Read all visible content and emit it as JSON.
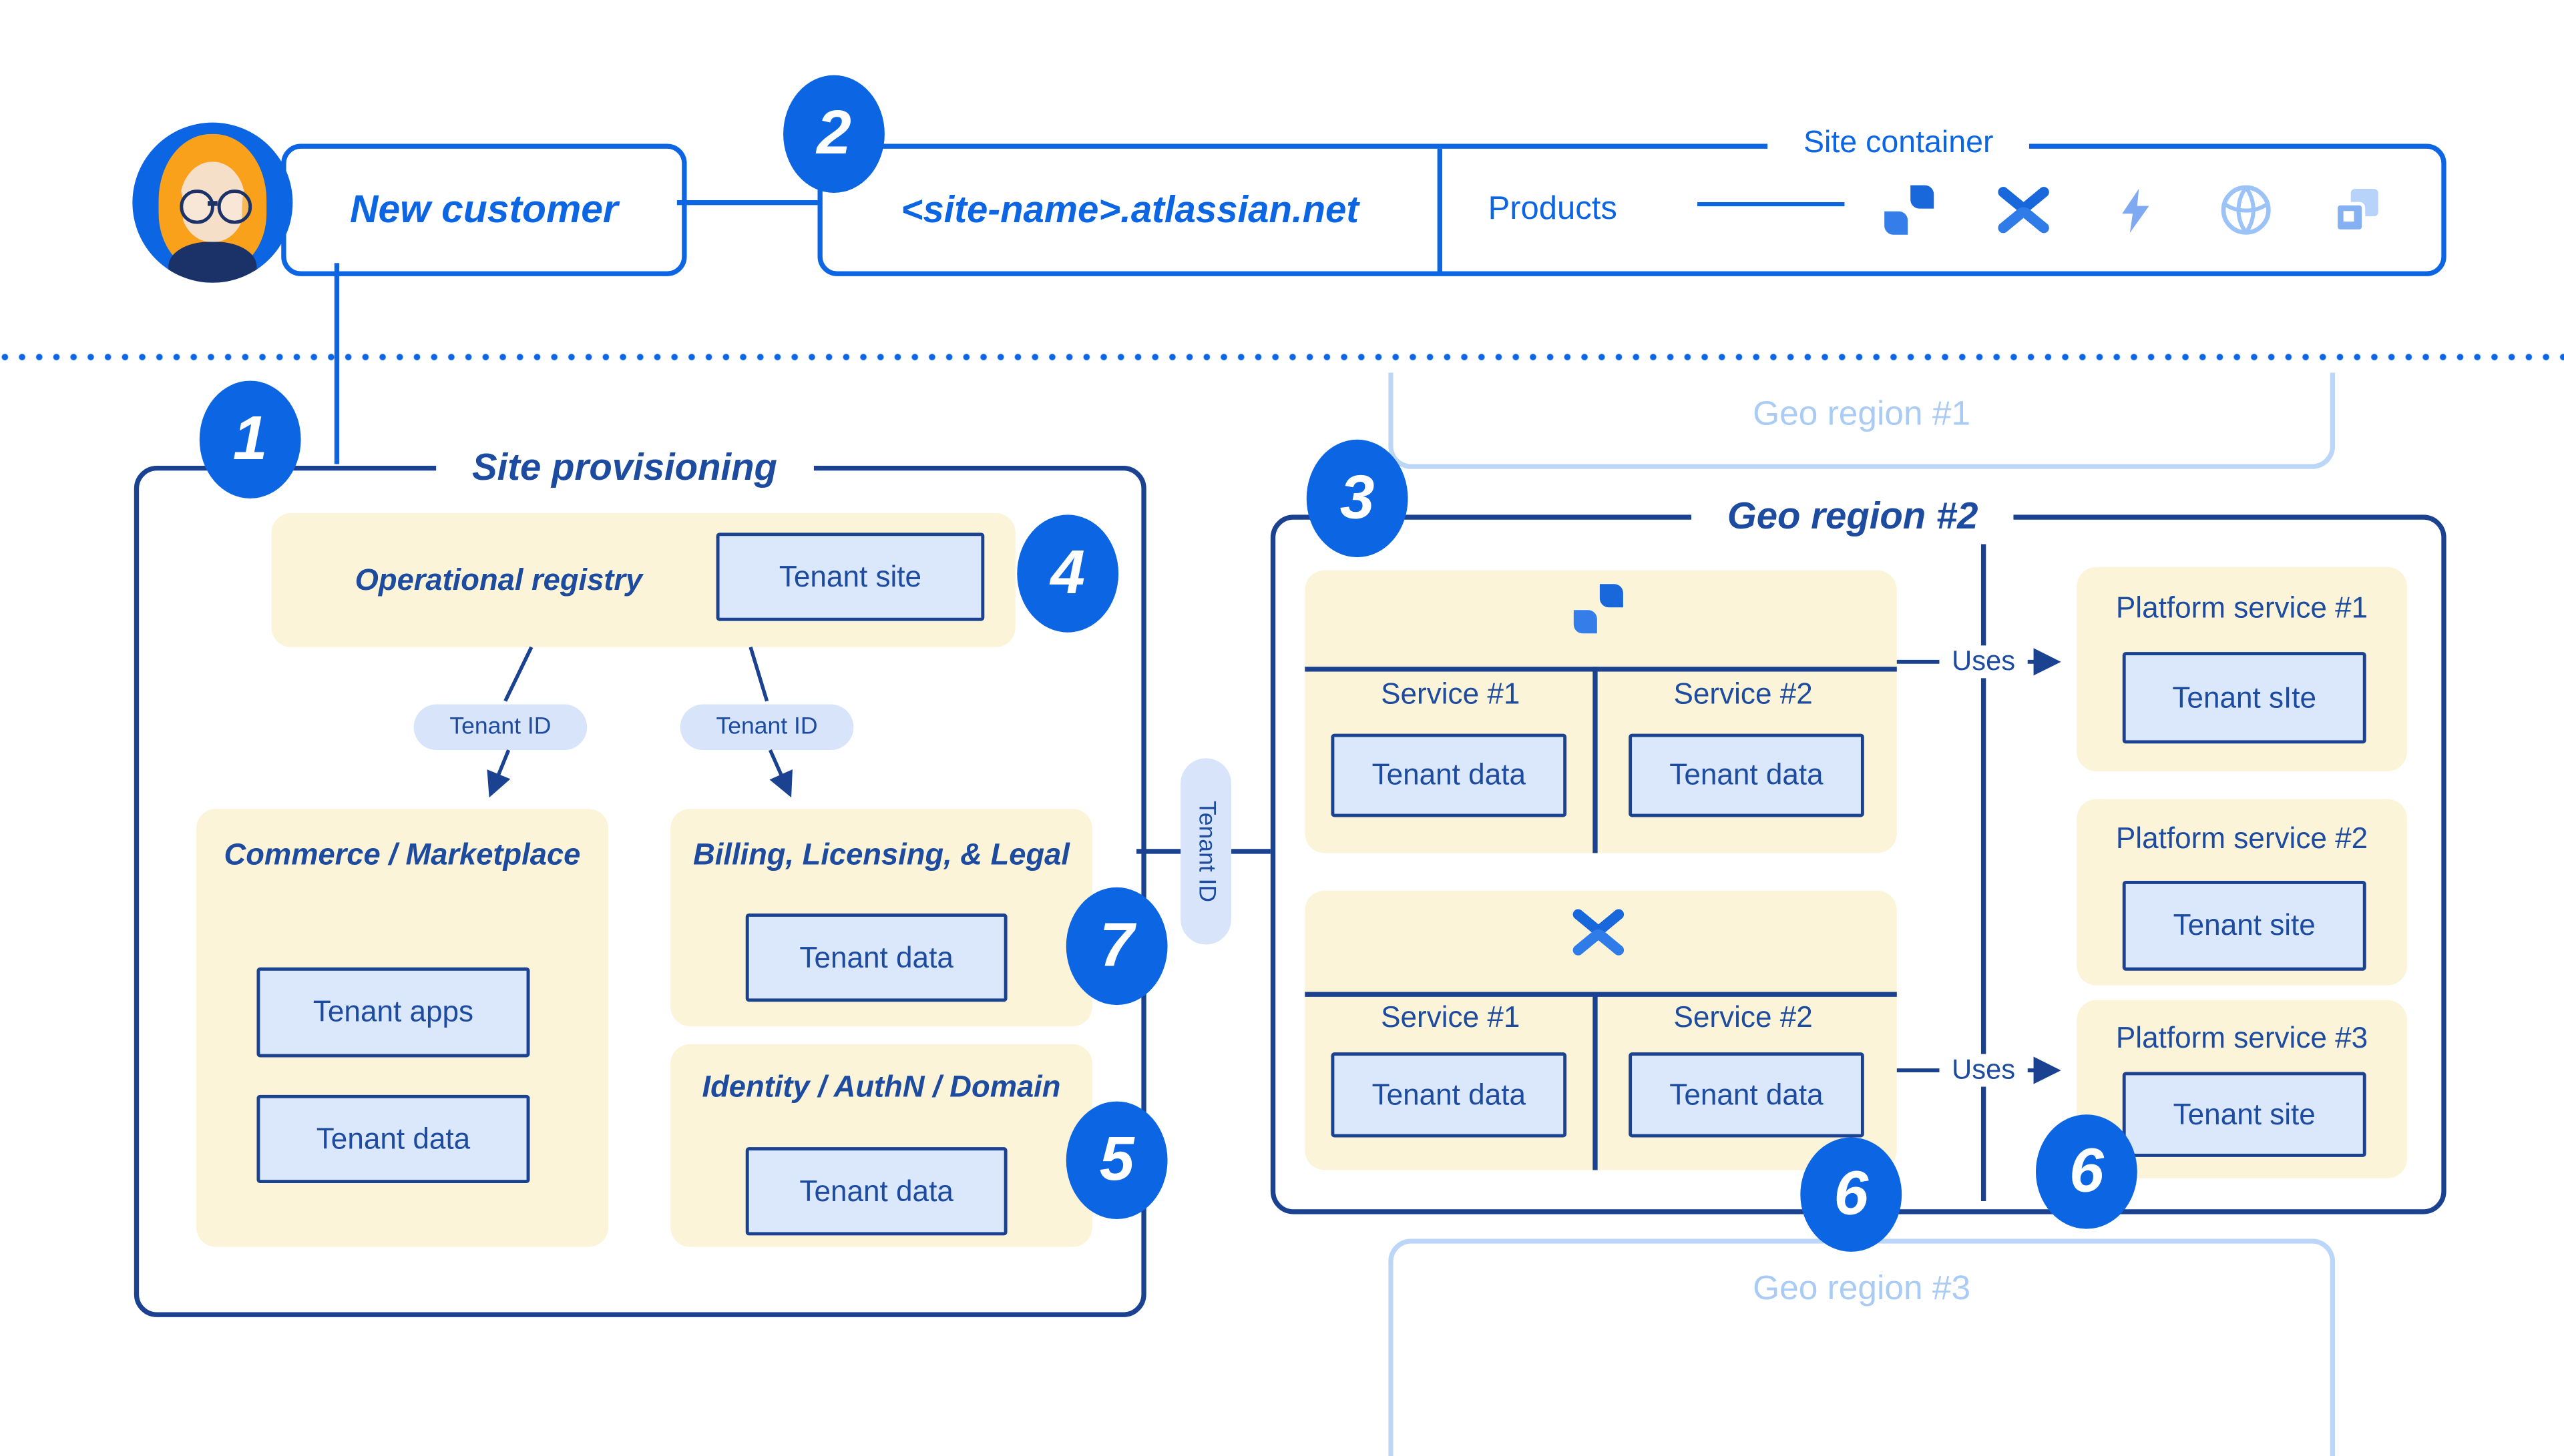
{
  "top_row": {
    "badge_2": "2",
    "new_customer_label": "New customer",
    "site_name_label": "<site-name>.atlassian.net",
    "site_container_label": "Site container",
    "products_label": "Products",
    "product_icons": [
      "jira",
      "confluence",
      "lightning-bolt",
      "globe",
      "squares"
    ]
  },
  "site_provisioning": {
    "badge_1": "1",
    "title": "Site provisioning",
    "badge_4": "4",
    "operational_registry": {
      "title": "Operational registry",
      "tenant_site": "Tenant site"
    },
    "tenant_id_pill_left": "Tenant ID",
    "tenant_id_pill_right": "Tenant ID",
    "commerce": {
      "title": "Commerce / Marketplace",
      "tenant_apps": "Tenant apps",
      "tenant_data": "Tenant data"
    },
    "billing": {
      "title": "Billing, Licensing, & Legal",
      "tenant_data": "Tenant data",
      "badge_7": "7"
    },
    "identity": {
      "title": "Identity / AuthN / Domain",
      "tenant_data": "Tenant data",
      "badge_5": "5"
    }
  },
  "middle_connector": {
    "tenant_id_label": "Tenant ID"
  },
  "geo_region_1": {
    "title": "Geo region #1"
  },
  "geo_region_2": {
    "badge_3": "3",
    "title": "Geo region #2",
    "jira_panel": {
      "icon": "jira",
      "service_1": "Service #1",
      "tenant_data_1": "Tenant data",
      "service_2": "Service #2",
      "tenant_data_2": "Tenant data"
    },
    "confluence_panel": {
      "icon": "confluence",
      "service_1": "Service #1",
      "tenant_data_1": "Tenant data",
      "service_2": "Service #2",
      "tenant_data_2": "Tenant data",
      "badge_6": "6"
    },
    "uses_top": "Uses",
    "uses_bottom": "Uses",
    "platform_service_1": {
      "title": "Platform service #1",
      "tenant_site": "Tenant sIte"
    },
    "platform_service_2": {
      "title": "Platform service #2",
      "tenant_site": "Tenant site"
    },
    "platform_service_3": {
      "title": "Platform service #3",
      "tenant_site": "Tenant site",
      "badge_6": "6"
    }
  },
  "geo_region_3": {
    "title": "Geo region #3"
  },
  "colors": {
    "brand_blue": "#0C66E4",
    "navy": "#1B4290",
    "navy_text": "#1C4BA0",
    "cream": "#FCF4D9",
    "light_blue_fill": "#DBE7FB",
    "faded_blue": "#BCD6F8"
  }
}
